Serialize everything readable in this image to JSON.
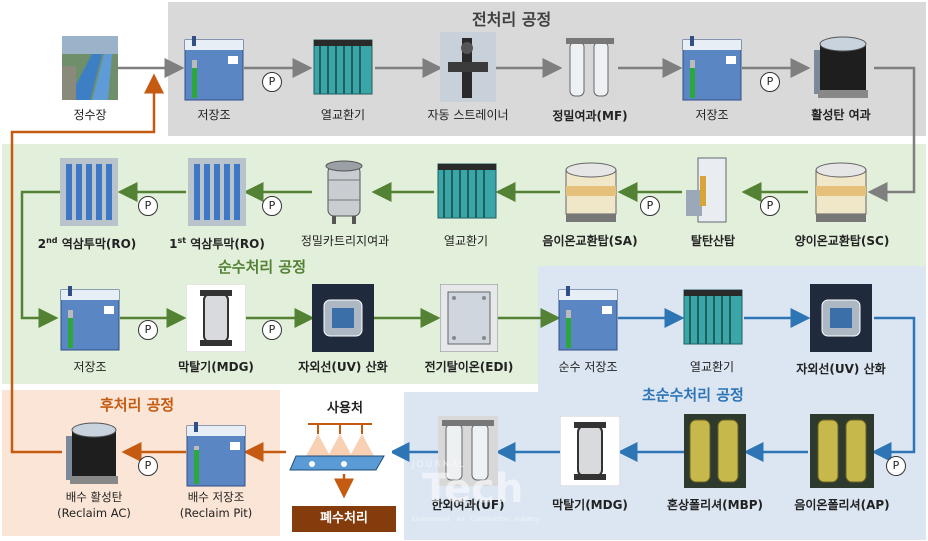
{
  "zones": {
    "pretreatment_title": "전처리 공정",
    "pure_title": "순수처리 공정",
    "ultra_title": "초순수처리 공정",
    "post_title": "후처리 공정"
  },
  "pump_label": "P",
  "nodes": {
    "water_plant": "정수장",
    "tank1": "저장조",
    "hx1": "열교환기",
    "auto_strainer": "자동 스트레이너",
    "mf": "정밀여과(MF)",
    "tank2": "저장조",
    "activated_carbon": "활성탄 여과",
    "sc": "양이온교환탑(SC)",
    "decarbonator": "탈탄산탑",
    "sa": "음이온교환탑(SA)",
    "hx2": "열교환기",
    "cartridge": "정밀카트리지여과",
    "ro1_num": "1",
    "ro1_sup": "st",
    "ro1_text": " 역삼투막(RO)",
    "ro2_num": "2",
    "ro2_sup": "nd",
    "ro2_text": " 역삼투막(RO)",
    "tank3": "저장조",
    "mdg1": "막탈기(MDG)",
    "uv1": "자외선(UV) 산화",
    "edi": "전기탈이온(EDI)",
    "pure_tank": "순수 저장조",
    "hx3": "열교환기",
    "uv2": "자외선(UV) 산화",
    "ap": "음이온폴리셔(AP)",
    "mbp": "혼상폴리셔(MBP)",
    "mdg2": "막탈기(MDG)",
    "uf": "한외여과(UF)",
    "point_of_use": "사용처",
    "wastewater": "폐수처리",
    "reclaim_pit_kr": "배수 저장조",
    "reclaim_pit_en": "(Reclaim Pit)",
    "reclaim_ac_kr": "배수 활성탄",
    "reclaim_ac_en": "(Reclaim AC)"
  },
  "watermark": {
    "main": "Tech",
    "line1": "JOURNAL",
    "line2": "Environment · Art · Construction · Industry"
  },
  "colors": {
    "pretreatment_bg": "#d9d9d9",
    "pure_bg": "#e2efda",
    "ultra_bg": "#dce6f2",
    "post_bg": "#fbe5d6",
    "pretreatment_flow": "#7f7f7f",
    "pure_flow": "#548235",
    "ultra_flow": "#2e75b6",
    "post_flow": "#c55a11",
    "pure_title": "#548235",
    "ultra_title": "#2e75b6",
    "post_title": "#c55a11",
    "waste_bg": "#843c0c"
  }
}
